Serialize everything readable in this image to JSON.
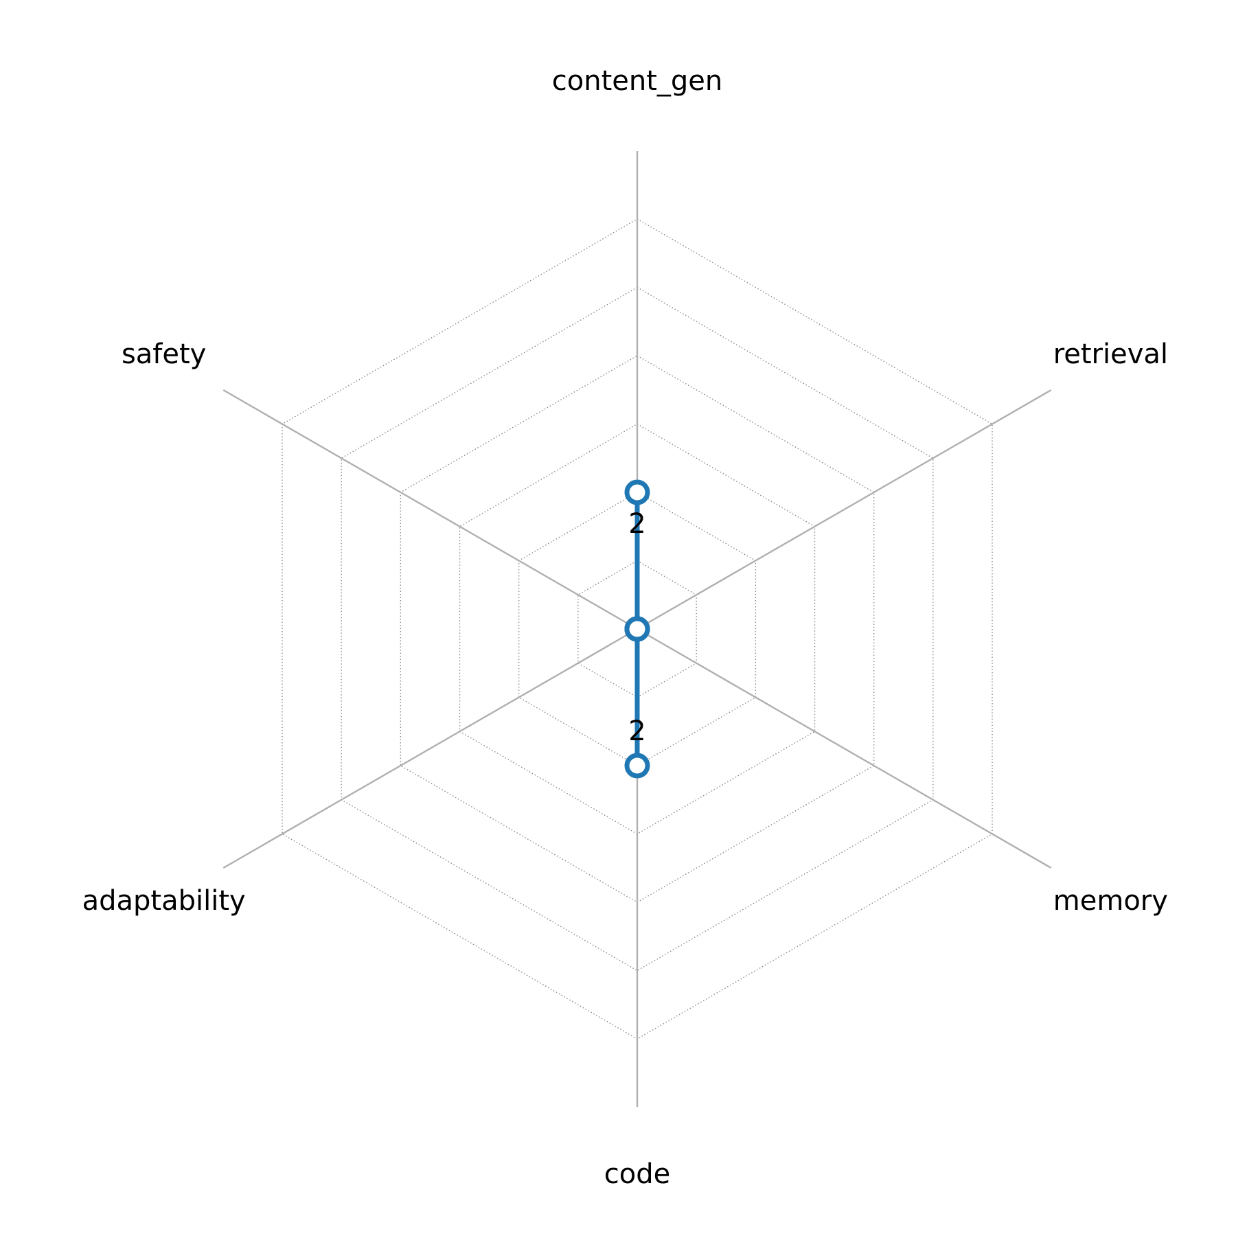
{
  "chart_data": {
    "type": "radar",
    "categories": [
      "content_gen",
      "retrieval",
      "memory",
      "code",
      "adaptability",
      "safety"
    ],
    "series": [
      {
        "values": [
          2,
          0,
          0,
          2,
          0,
          0
        ]
      }
    ],
    "data_labels": [
      {
        "category": "content_gen",
        "text": "2"
      },
      {
        "category": "code",
        "text": "2"
      }
    ],
    "rlim": [
      0,
      6
    ],
    "ring_levels": [
      1,
      2,
      3,
      4,
      5,
      6
    ],
    "grid": true,
    "tick_labels_visible": false,
    "colors": {
      "series": "#1f77b4",
      "spoke": "#b0b0b0",
      "ring": "#8a8a8a"
    }
  }
}
